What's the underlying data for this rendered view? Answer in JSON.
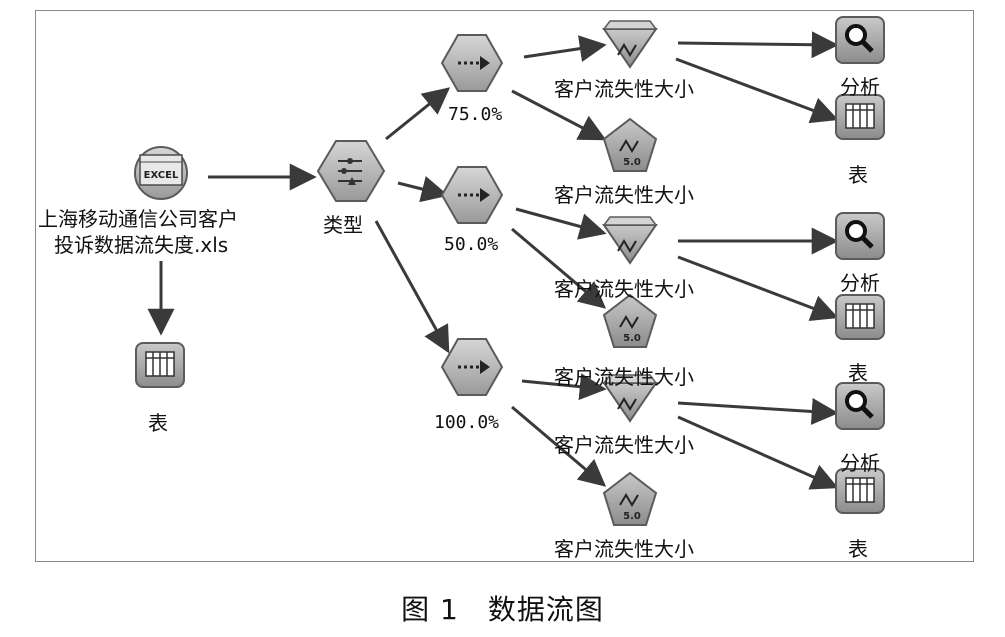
{
  "source": {
    "label_line1": "上海移动通信公司客户",
    "label_line2": "投诉数据流失度.xls",
    "icon_text": "EXCEL"
  },
  "source_table_label": "表",
  "type_node_label": "类型",
  "partitions": [
    {
      "label": "75.0%",
      "model_label": "客户流失性大小",
      "model_nugget_label": "客户流失性大小",
      "nugget_text": "5.0",
      "analysis_label": "分析",
      "table_label": "表"
    },
    {
      "label": "50.0%",
      "model_label": "客户流失性大小",
      "model_nugget_label": "客户流失性大小",
      "nugget_text": "5.0",
      "analysis_label": "分析",
      "table_label": "表"
    },
    {
      "label": "100.0%",
      "model_label": "客户流失性大小",
      "model_nugget_label": "客户流失性大小",
      "nugget_text": "5.0",
      "analysis_label": "分析",
      "table_label": "表"
    }
  ],
  "caption": "图 1　数据流图",
  "colors": {
    "node_fill": "#b9b9b9",
    "node_stroke": "#5b5b5b",
    "tool_fill": "#a8a8a8",
    "arrow": "#3a3a3a"
  }
}
